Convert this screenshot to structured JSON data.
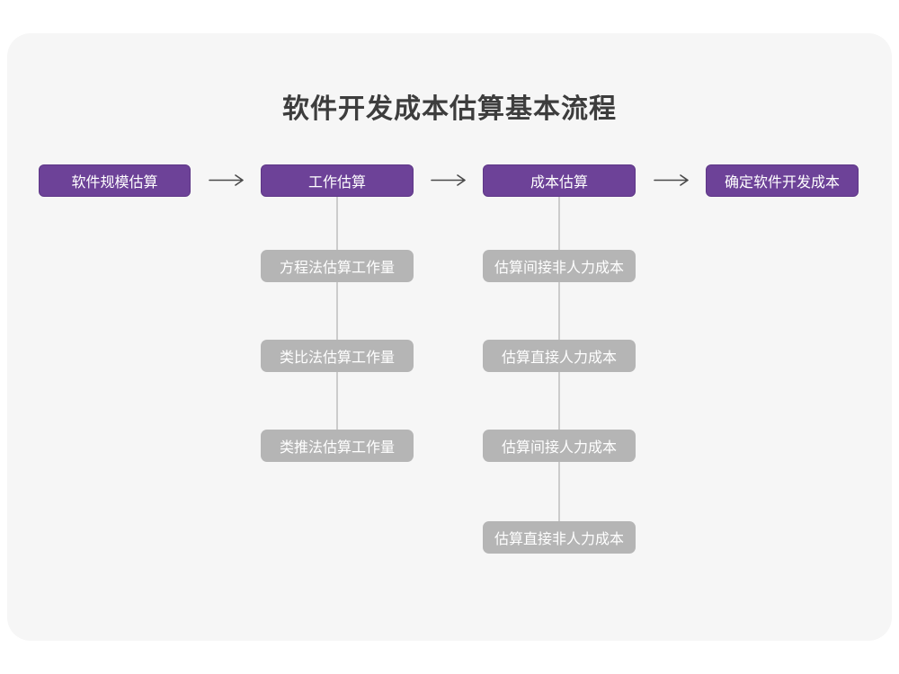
{
  "title": "软件开发成本估算基本流程",
  "flow": {
    "main_nodes": [
      {
        "label": "软件规模估算"
      },
      {
        "label": "工作估算"
      },
      {
        "label": "成本估算"
      },
      {
        "label": "确定软件开发成本"
      }
    ],
    "work_estimation_methods": [
      {
        "label": "方程法估算工作量"
      },
      {
        "label": "类比法估算工作量"
      },
      {
        "label": "类推法估算工作量"
      }
    ],
    "cost_estimation_steps": [
      {
        "label": "估算间接非人力成本"
      },
      {
        "label": "估算直接人力成本"
      },
      {
        "label": "估算间接人力成本"
      },
      {
        "label": "估算直接非人力成本"
      }
    ]
  },
  "colors": {
    "main_node_fill": "#6d4298",
    "sub_node_fill": "#b5b5b5",
    "node_text": "#ffffff",
    "card_background": "#f6f6f6",
    "page_background": "#ffffff",
    "connector_line": "#cccccc",
    "arrow": "#4a4a4a",
    "title_text": "#3d3d3d"
  }
}
